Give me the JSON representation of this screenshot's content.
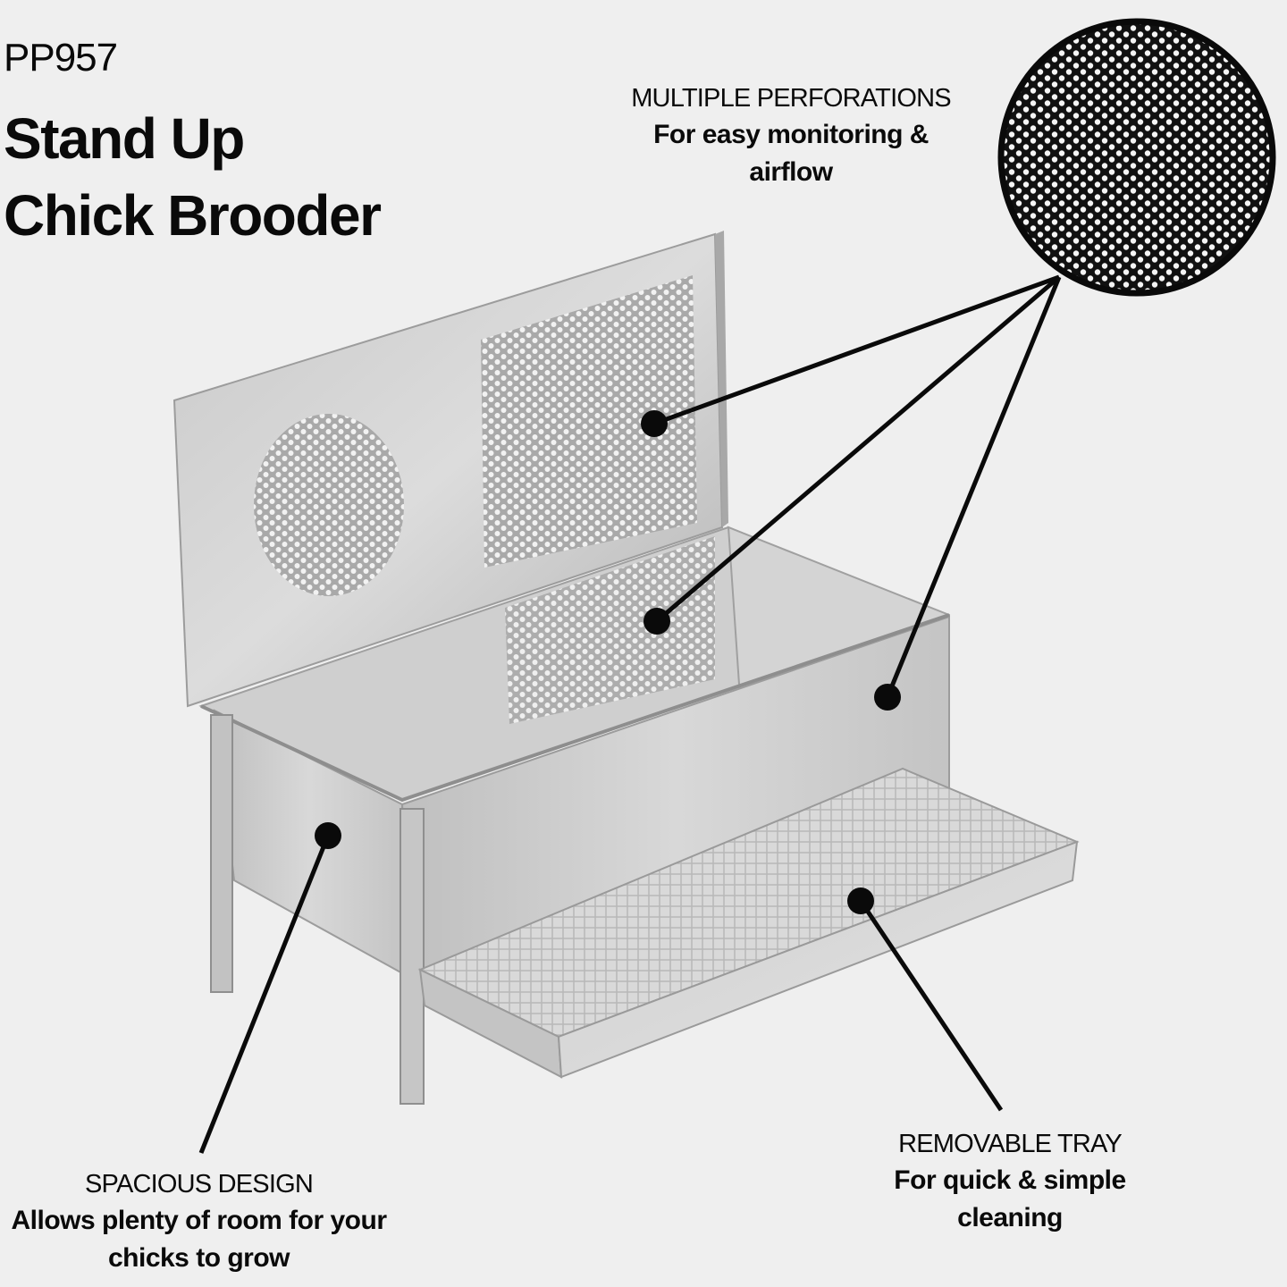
{
  "product": {
    "model": "PP957",
    "title_line1": "Stand Up",
    "title_line2": "Chick Brooder"
  },
  "callouts": {
    "perforations": {
      "heading": "MULTIPLE PERFORATIONS",
      "description": "For easy monitoring & airflow"
    },
    "spacious": {
      "heading": "SPACIOUS DESIGN",
      "description": "Allows plenty of room for your chicks to grow"
    },
    "tray": {
      "heading": "REMOVABLE TRAY",
      "description": "For quick & simple cleaning"
    }
  },
  "colors": {
    "background": "#efefef",
    "text": "#0a0a0a",
    "steel_light": "#d6d6d6",
    "steel_mid": "#bdbdbd",
    "steel_dark": "#9a9a9a"
  }
}
